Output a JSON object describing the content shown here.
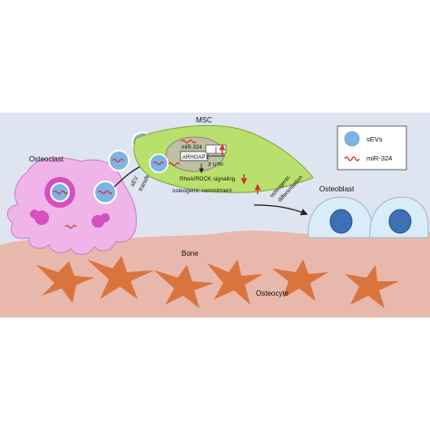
{
  "labels": {
    "osteoclast": "Osteoclast",
    "msc": "MSC",
    "sev_transfer_1": "sEV",
    "sev_transfer_2": "transfer",
    "mir": "miR-324",
    "arhgap": "ARHGAP1",
    "utr": "3' UTR",
    "signaling": "RhoA/ROCK signaling",
    "commitment": "osteogenic commitment",
    "osteogenic_1": "osteogenic",
    "osteogenic_2": "differentiation",
    "osteoblast": "Osteoblast",
    "bone": "Bone",
    "osteocyte": "Osteocyte"
  },
  "legend": {
    "sevs": "sEVs",
    "mir": "miR-324"
  },
  "colors": {
    "background_band": "#dfe4f1",
    "bone": "#e8b8ad",
    "osteocyte": "#d9743f",
    "osteoclast": "#efb5e8",
    "osteoclast_nucleus": "#d54fbf",
    "msc": "#b9e06c",
    "msc_nucleus": "#bfc0a3",
    "osteoblast": "#d9ecf7",
    "osteoblast_nucleus": "#3f6fb5",
    "vesicle": "#7fb2e5",
    "mirna": "#d3342c",
    "up_arrow": "#d3342c"
  }
}
